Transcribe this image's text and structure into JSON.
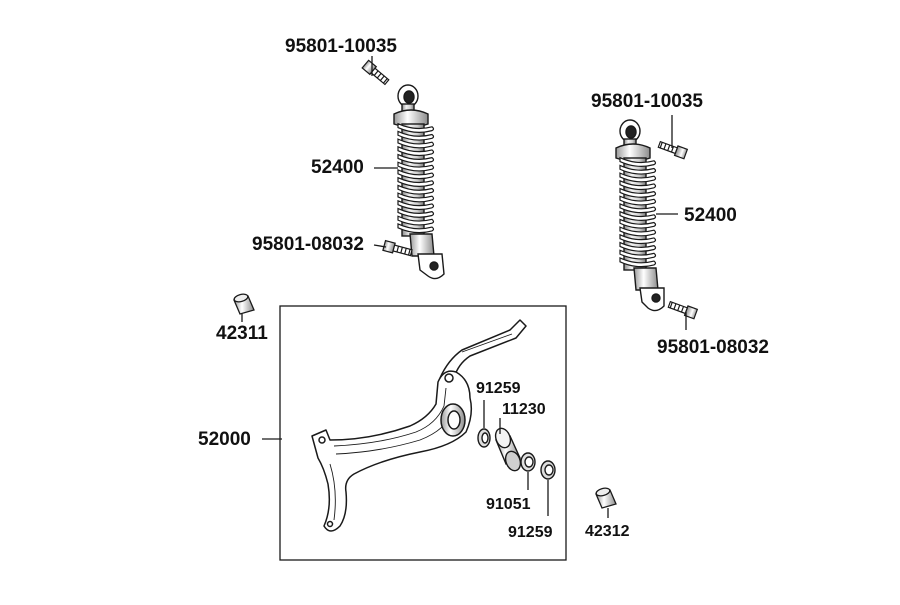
{
  "diagram": {
    "colors": {
      "line": "#1a1a1a",
      "fill": "#ffffff",
      "shade": "#bdbdbd"
    },
    "labels": {
      "bolt_top_left": "95801-10035",
      "shock_left": "52400",
      "bolt_bottom_left": "95801-08032",
      "bolt_top_right": "95801-10035",
      "shock_right": "52400",
      "bolt_bottom_right": "95801-08032",
      "collar_left": "42311",
      "swing_arm": "52000",
      "oil_seal_top": "91259",
      "collar_bearing": "11230",
      "bearing": "91051",
      "oil_seal_bottom": "91259",
      "collar_right": "42312"
    }
  }
}
